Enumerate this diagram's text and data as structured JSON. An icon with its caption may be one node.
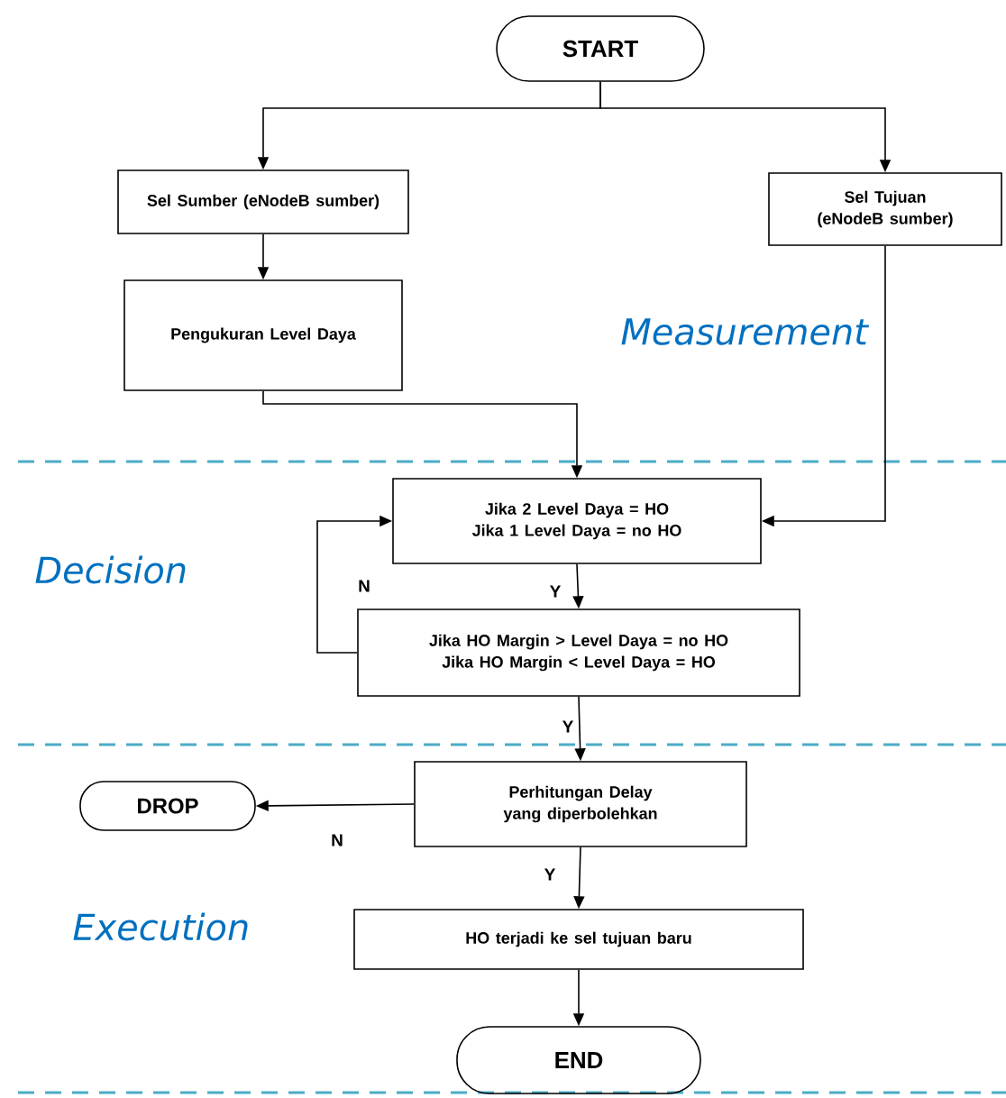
{
  "diagram": {
    "nodes": [
      {
        "text": [
          "START"
        ]
      },
      {
        "text": [
          "Sel Sumber (eNodeB sumber)"
        ]
      },
      {
        "text": [
          "Sel Tujuan (eNodeB sumber)"
        ]
      },
      {
        "text": [
          "Pengukuran Level Daya"
        ]
      },
      {
        "text": [
          "Jika 2 Level Daya = HO",
          "Jika 1 Level Daya = no HO"
        ]
      },
      {
        "text": [
          "Jika HO Margin > Level Daya = no HO",
          "Jika HO Margin < Level Daya = HO"
        ]
      },
      {
        "text": [
          "Perhitungan Delay yang diperbolehkan"
        ]
      },
      {
        "text": [
          "DROP"
        ]
      },
      {
        "text": [
          "HO terjadi ke sel tujuan baru"
        ]
      },
      {
        "text": [
          "END"
        ]
      }
    ],
    "edges": [
      {
        "from": 0,
        "to": 1,
        "arrow": "to"
      },
      {
        "from": 0,
        "to": 2,
        "arrow": "to"
      },
      {
        "from": 1,
        "to": 3,
        "arrow": "to"
      },
      {
        "from": 3,
        "to": 4,
        "arrow": "to"
      },
      {
        "from": 2,
        "to": 4,
        "arrow": "to"
      },
      {
        "from": 4,
        "to": 5,
        "arrow": "to",
        "label": "Y"
      },
      {
        "from": 5,
        "to": 4,
        "arrow": "to",
        "label": "N"
      },
      {
        "from": 5,
        "to": 6,
        "arrow": "to",
        "label": "Y"
      },
      {
        "from": 6,
        "to": 7,
        "arrow": "to",
        "label": "N"
      },
      {
        "from": 6,
        "to": 8,
        "arrow": "to",
        "label": "Y"
      },
      {
        "from": 8,
        "to": 9,
        "arrow": "to"
      }
    ],
    "labels": [
      "Measurement",
      "Decision",
      "Execution"
    ]
  }
}
